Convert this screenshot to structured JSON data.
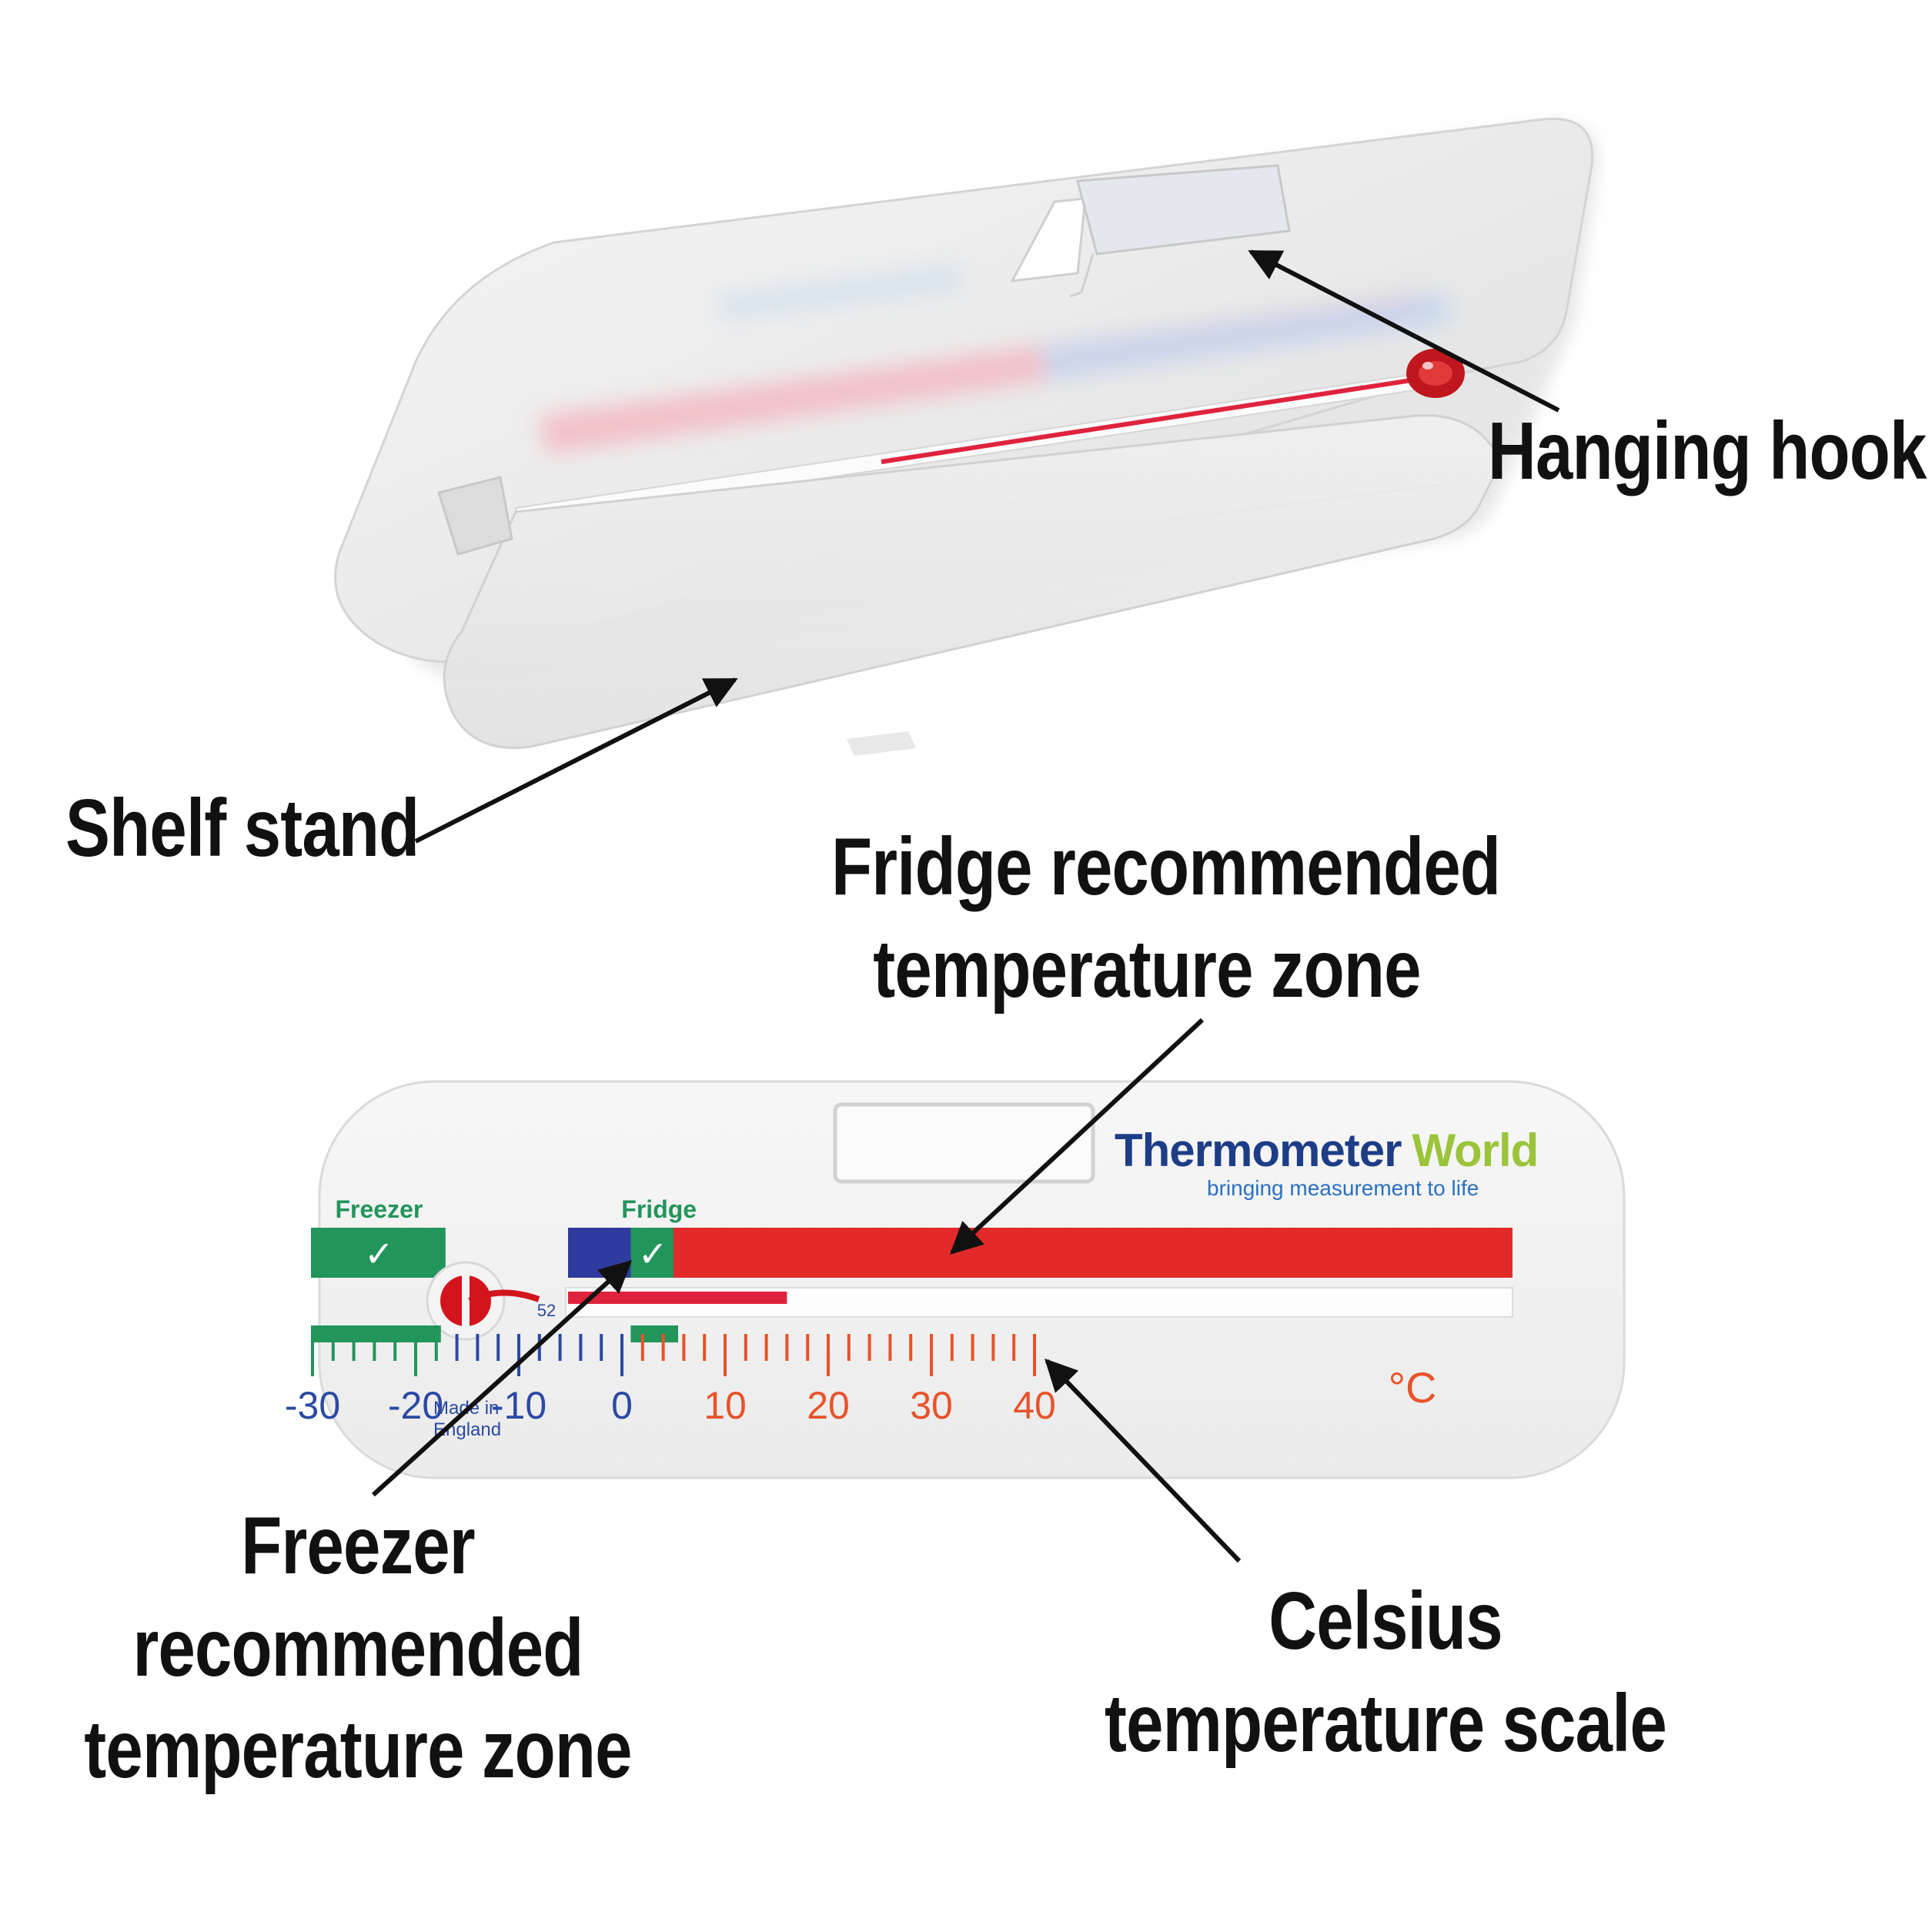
{
  "callouts": {
    "hanging_hook": "Hanging hook",
    "shelf_stand": "Shelf stand",
    "fridge_zone": [
      "Fridge recommended",
      "temperature zone"
    ],
    "freezer_zone": [
      "Freezer",
      "recommended",
      "temperature zone"
    ],
    "celsius_scale": [
      "Celsius",
      "temperature scale"
    ]
  },
  "thermometer": {
    "brand_part1": "Thermometer",
    "brand_part2": "World",
    "tagline": "bringing measurement to life",
    "zone_freezer": "Freezer",
    "zone_fridge": "Fridge",
    "check": "✓",
    "model_number": "52",
    "origin_line1": "Made in",
    "origin_line2": "England",
    "unit": "°C",
    "scale_labels": [
      "-30",
      "-20",
      "-10",
      "0",
      "10",
      "20",
      "30",
      "40"
    ],
    "scale_min": -35,
    "scale_max": 45,
    "reading": 16,
    "freezer_range": [
      -30,
      -18
    ],
    "fridge_range": [
      1,
      5
    ],
    "colors": {
      "cold_band": "#2f3b9e",
      "ok_zone": "#22955a",
      "warm_band": "#e32a2a",
      "liquid": "#e0233d",
      "cold_ticks": "#2b4aa3",
      "warm_ticks": "#e8532a",
      "brand_dark": "#1d3d86",
      "brand_green": "#9bc43b",
      "tagline": "#2a70c2"
    }
  }
}
